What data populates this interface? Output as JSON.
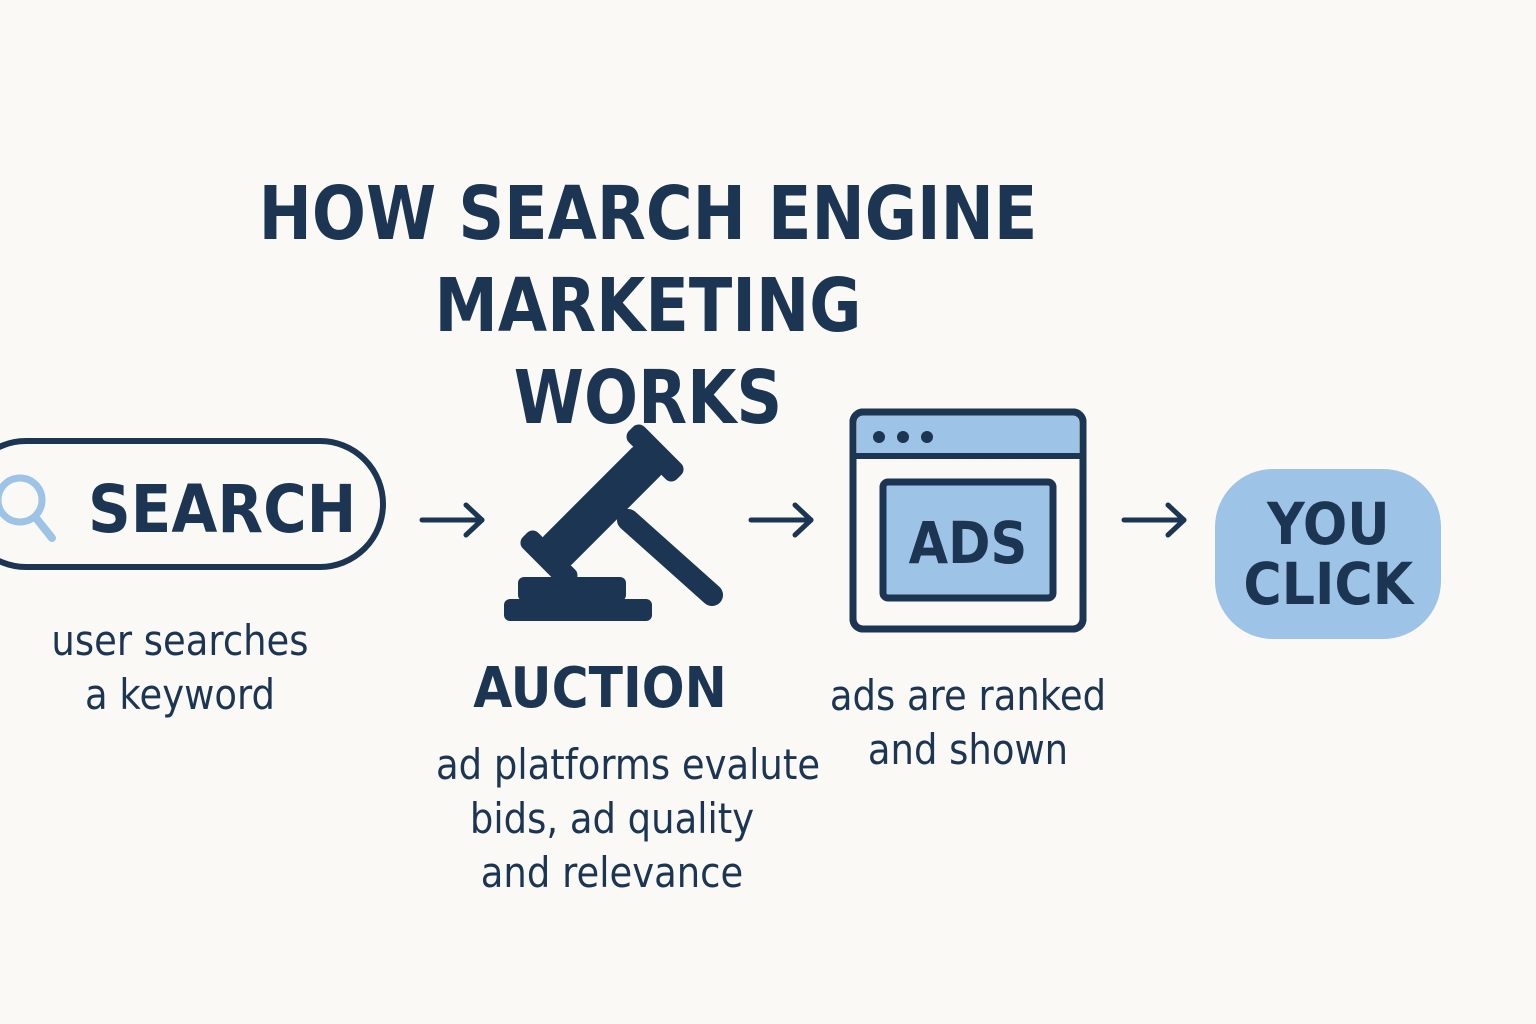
{
  "title": {
    "line1": "HOW SEARCH ENGINE MARKETING",
    "line2": "WORKS"
  },
  "steps": [
    {
      "label": "SEARCH",
      "icon": "magnifier-icon",
      "caption": [
        "user searches",
        "a keyword"
      ]
    },
    {
      "label": "AUCTION",
      "icon": "gavel-icon",
      "caption": [
        "ad platforms evalute",
        "bids, ad quality",
        "and relevance"
      ]
    },
    {
      "label": "ADS",
      "icon": "browser-window-icon",
      "caption": [
        "ads are ranked",
        "and shown"
      ]
    },
    {
      "label": [
        "YOU",
        "CLICK"
      ]
    }
  ],
  "colors": {
    "navy": "#1b3552",
    "light_blue": "#9dc3e6",
    "background": "#faf9f5"
  }
}
